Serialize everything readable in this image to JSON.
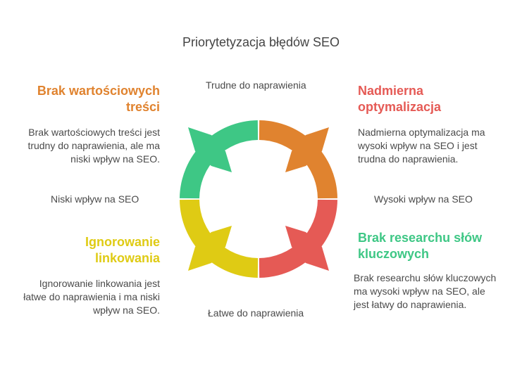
{
  "title": "Priorytetyzacja błędów SEO",
  "axes": {
    "top": "Trudne do naprawienia",
    "bottom": "Łatwe do naprawienia",
    "left": "Niski wpływ na SEO",
    "right": "Wysoki wpływ na SEO"
  },
  "quadrants": [
    {
      "title": "Brak wartościowych treści",
      "desc": "Brak wartościowych treści jest trudny do naprawienia, ale ma niski wpływ na SEO.",
      "color": "#E0832F"
    },
    {
      "title": "Nadmierna optymalizacja",
      "desc": "Nadmierna optymalizacja ma wysoki wpływ na SEO i jest trudna do naprawienia.",
      "color": "#E55A55"
    },
    {
      "title": "Ignorowanie linkowania",
      "desc": "Ignorowanie linkowania jest łatwe do naprawienia i ma niski wpływ na SEO.",
      "color": "#DFCB14"
    },
    {
      "title": "Brak researchu słów kluczowych",
      "desc": "Brak researchu słów kluczowych ma wysoki wpływ na SEO, ale jest łatwy do naprawienia.",
      "color": "#3EC785"
    }
  ],
  "ring_colors": {
    "top_left": "#3EC785",
    "top_right": "#E0832F",
    "bottom_right": "#E55A55",
    "bottom_left": "#DFCB14"
  }
}
